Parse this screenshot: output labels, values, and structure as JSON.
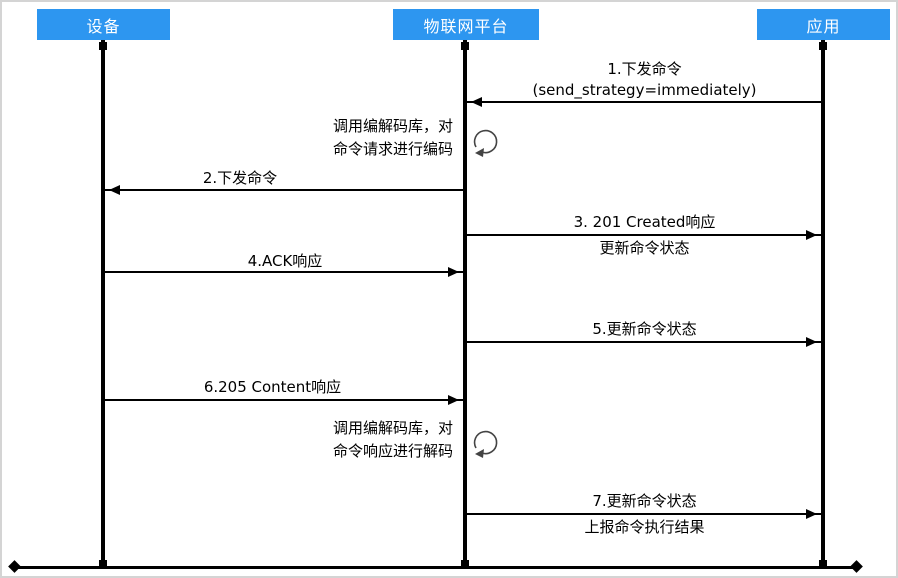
{
  "diagram": {
    "type": "sequence-diagram",
    "actors": [
      {
        "id": "device",
        "label": "设备"
      },
      {
        "id": "platform",
        "label": "物联网平台"
      },
      {
        "id": "app",
        "label": "应用"
      }
    ],
    "messages": [
      {
        "id": "msg1",
        "from": "app",
        "to": "platform",
        "lines": [
          "1.下发命令",
          "(send_strategy=immediately)"
        ]
      },
      {
        "id": "self1",
        "type": "self-loop",
        "actor": "platform",
        "lines": [
          "调用编解码库，对",
          "命令请求进行编码"
        ]
      },
      {
        "id": "msg2",
        "from": "platform",
        "to": "device",
        "lines": [
          "2.下发命令"
        ]
      },
      {
        "id": "msg3",
        "from": "platform",
        "to": "app",
        "lines": [
          "3. 201 Created响应",
          "更新命令状态"
        ]
      },
      {
        "id": "msg4",
        "from": "device",
        "to": "platform",
        "lines": [
          "4.ACK响应"
        ]
      },
      {
        "id": "msg5",
        "from": "platform",
        "to": "app",
        "lines": [
          "5.更新命令状态"
        ]
      },
      {
        "id": "msg6",
        "from": "device",
        "to": "platform",
        "lines": [
          "6.205 Content响应"
        ]
      },
      {
        "id": "self2",
        "type": "self-loop",
        "actor": "platform",
        "lines": [
          "调用编解码库，对",
          "命令响应进行解码"
        ]
      },
      {
        "id": "msg7",
        "from": "platform",
        "to": "app",
        "lines": [
          "7.更新命令状态",
          "上报命令执行结果"
        ]
      }
    ],
    "colors": {
      "header_bg": "#2d96f0",
      "header_text": "#ffffff",
      "line": "#000000",
      "border": "#d4d4d4",
      "loop_icon": "#444444"
    }
  }
}
